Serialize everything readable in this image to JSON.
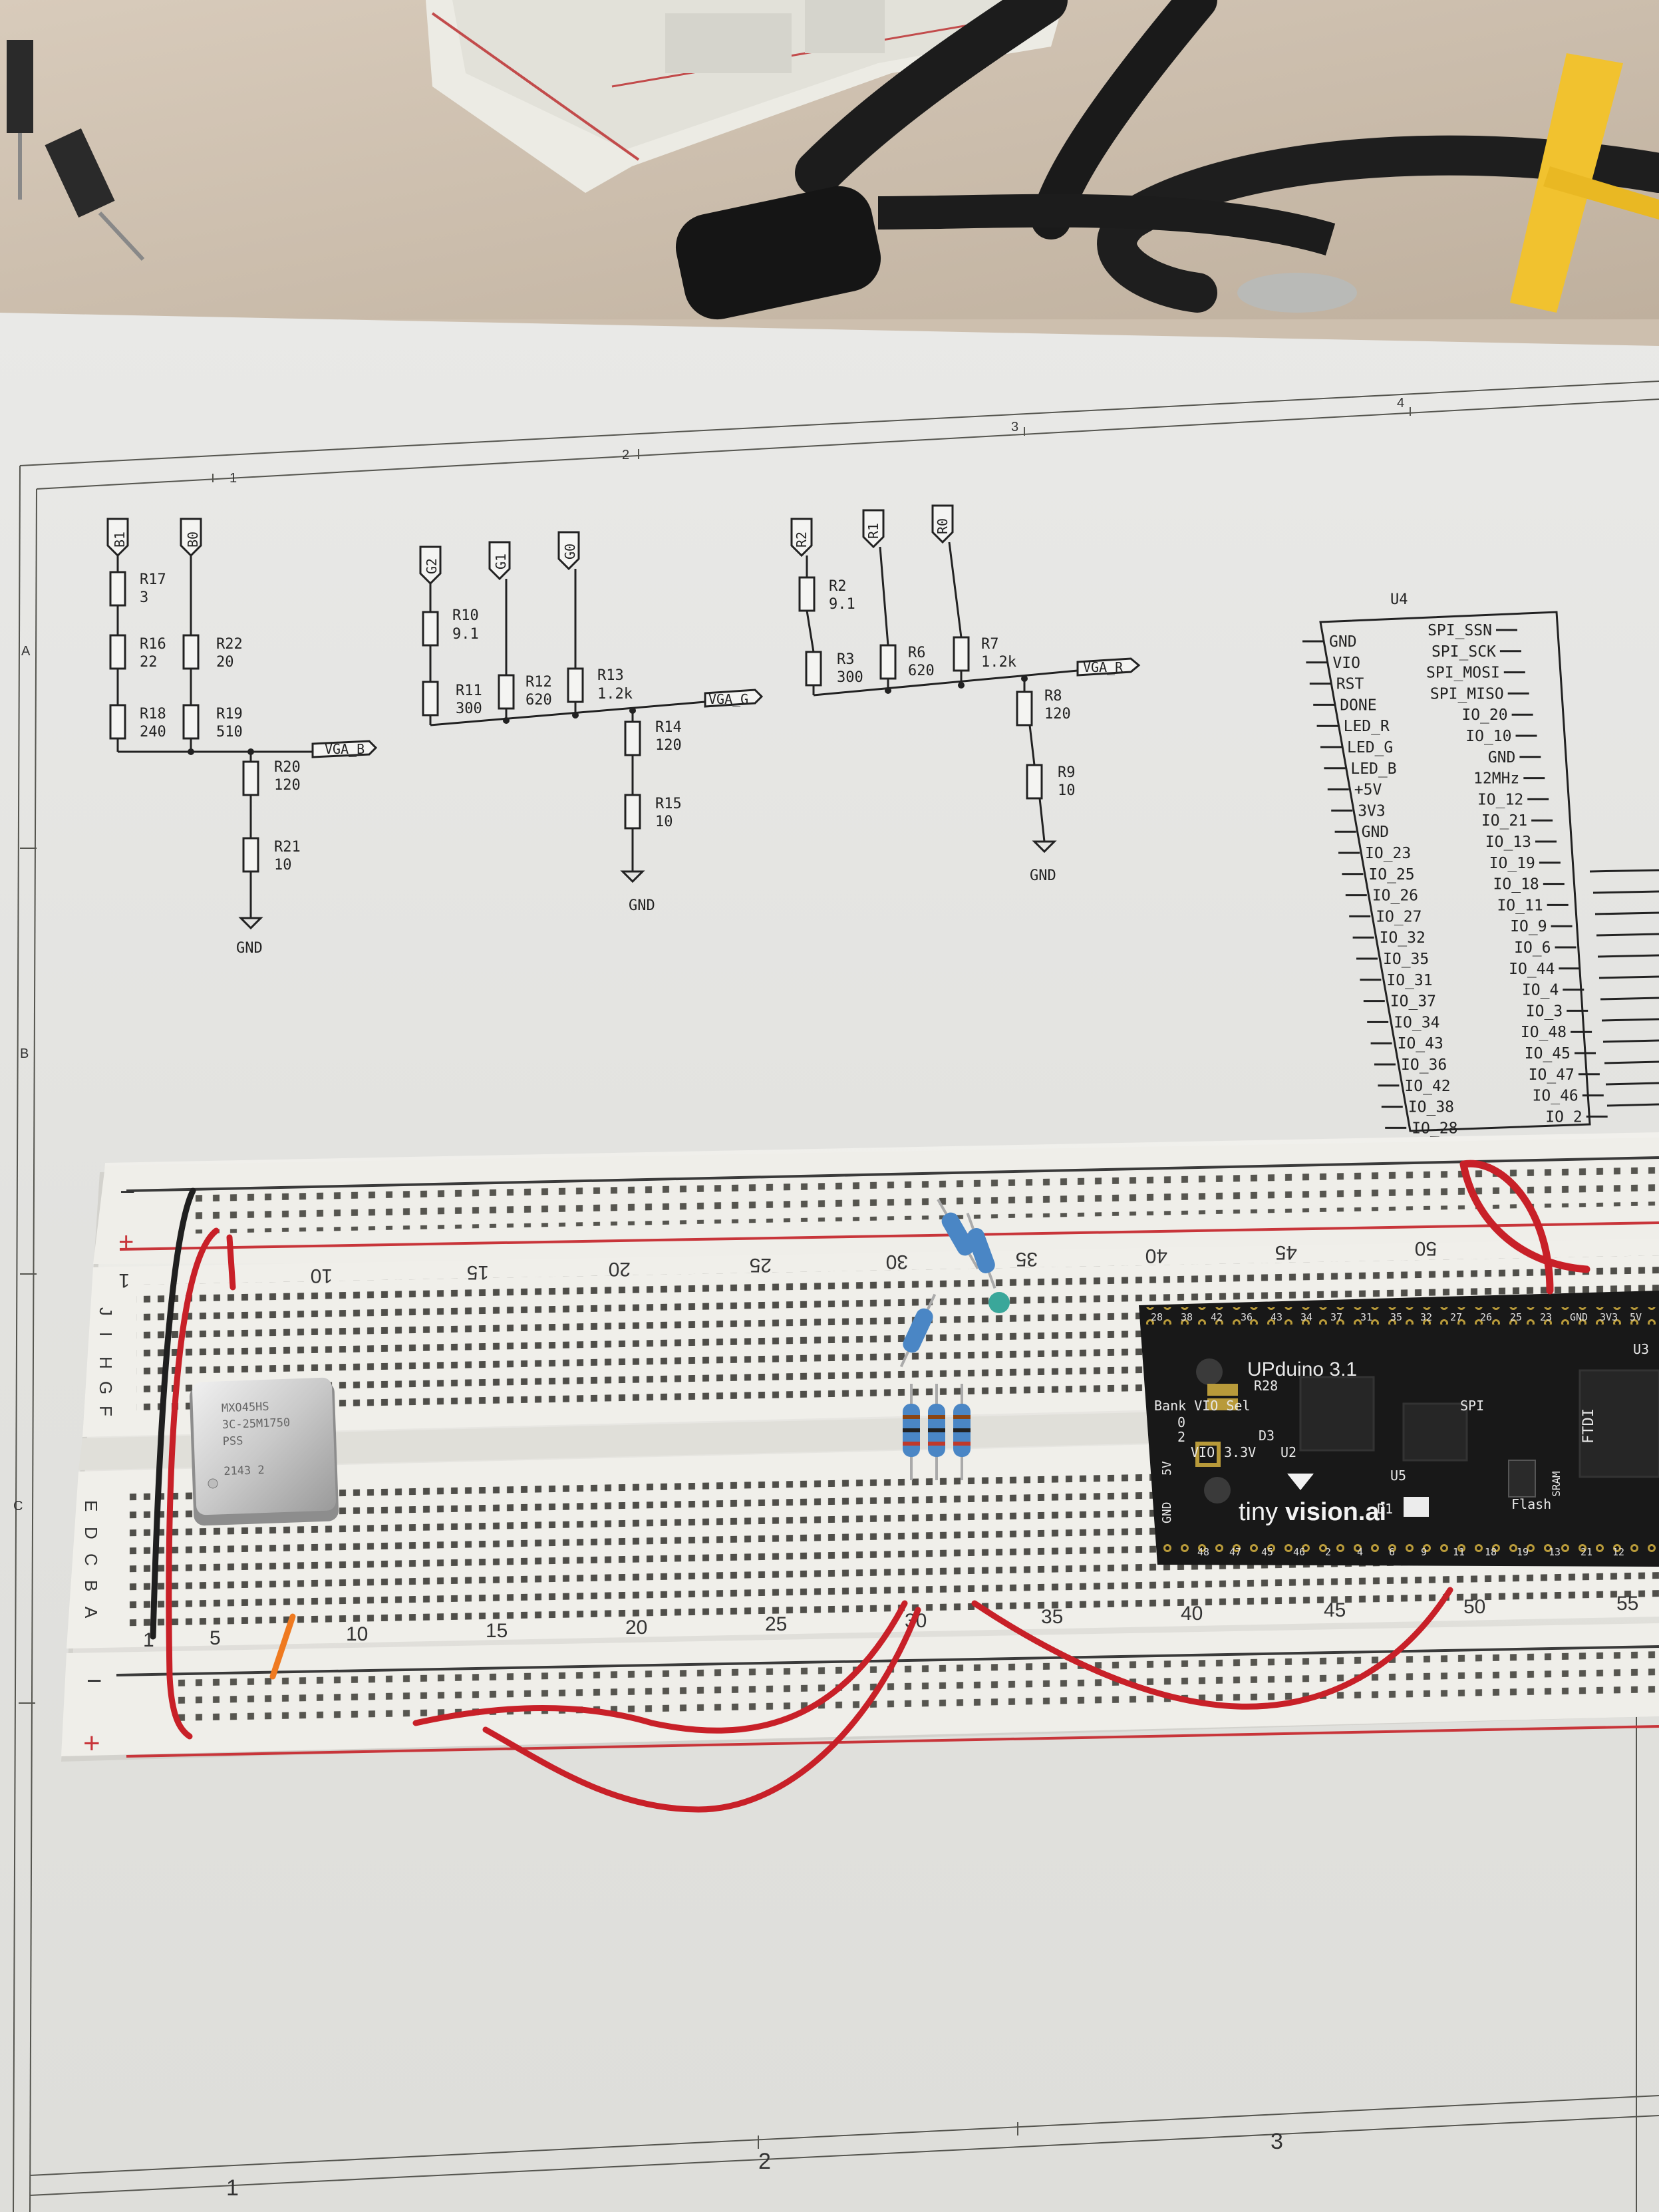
{
  "frame": {
    "top_zones": [
      "1",
      "2",
      "3",
      "4"
    ],
    "left_zones": [
      "A",
      "B",
      "C"
    ],
    "bottom_zones": [
      "1",
      "2",
      "3"
    ]
  },
  "schematic": {
    "blue": {
      "ports": [
        "B1",
        "B0"
      ],
      "resistors": [
        {
          "ref": "R17",
          "value": "3"
        },
        {
          "ref": "R16",
          "value": "22"
        },
        {
          "ref": "R18",
          "value": "240"
        },
        {
          "ref": "R22",
          "value": "20"
        },
        {
          "ref": "R19",
          "value": "510"
        },
        {
          "ref": "R20",
          "value": "120"
        },
        {
          "ref": "R21",
          "value": "10"
        }
      ],
      "net": "VGA_B",
      "gnd": "GND"
    },
    "green": {
      "ports": [
        "G2",
        "G1",
        "G0"
      ],
      "resistors": [
        {
          "ref": "R10",
          "value": "9.1"
        },
        {
          "ref": "R11",
          "value": "300"
        },
        {
          "ref": "R12",
          "value": "620"
        },
        {
          "ref": "R13",
          "value": "1.2k"
        },
        {
          "ref": "R14",
          "value": "120"
        },
        {
          "ref": "R15",
          "value": "10"
        }
      ],
      "net": "VGA_G",
      "gnd": "GND"
    },
    "red": {
      "ports": [
        "R2",
        "R1",
        "R0"
      ],
      "resistors": [
        {
          "ref": "R2",
          "value": "9.1"
        },
        {
          "ref": "R3",
          "value": "300"
        },
        {
          "ref": "R6",
          "value": "620"
        },
        {
          "ref": "R7",
          "value": "1.2k"
        },
        {
          "ref": "R8",
          "value": "120"
        },
        {
          "ref": "R9",
          "value": "10"
        }
      ],
      "net": "VGA_R",
      "gnd": "GND"
    },
    "u4": {
      "ref": "U4",
      "left_pins": [
        "GND",
        "VIO",
        "RST",
        "DONE",
        "LED_R",
        "LED_G",
        "LED_B",
        "+5V",
        "3V3",
        "GND",
        "IO_23",
        "IO_25",
        "IO_26",
        "IO_27",
        "IO_32",
        "IO_35",
        "IO_31",
        "IO_37",
        "IO_34",
        "IO_43",
        "IO_36",
        "IO_42",
        "IO_38",
        "IO_28"
      ],
      "right_pins": [
        "SPI_SSN",
        "SPI_SCK",
        "SPI_MOSI",
        "SPI_MISO",
        "IO_20",
        "IO_10",
        "GND",
        "12MHz",
        "IO_12",
        "IO_21",
        "IO_13",
        "IO_19",
        "IO_18",
        "IO_11",
        "IO_9",
        "IO_6",
        "IO_44",
        "IO_4",
        "IO_3",
        "IO_48",
        "IO_45",
        "IO_47",
        "IO_46",
        "IO_2"
      ]
    }
  },
  "breadboard": {
    "upper_rail": {
      "minus": "−",
      "plus": "+"
    },
    "lower_rail": {
      "minus": "−",
      "plus": "+"
    },
    "top_numbers": [
      "1",
      "10",
      "15",
      "20",
      "25",
      "30",
      "35",
      "40",
      "45",
      "50"
    ],
    "bottom_numbers": [
      "1",
      "5",
      "10",
      "15",
      "20",
      "25",
      "30",
      "35",
      "40",
      "45",
      "50",
      "55"
    ],
    "row_letters_top": [
      "J",
      "I",
      "H",
      "G",
      "F"
    ],
    "row_letters_bottom": [
      "E",
      "D",
      "C",
      "B",
      "A"
    ],
    "oscillator_text": [
      "MXO45HS",
      "3C-25M1750",
      "PSS",
      "2143 2"
    ]
  },
  "upduino": {
    "title": "UPduino 3.1",
    "brand_prefix": "tiny",
    "brand_suffix": "vision.ai",
    "labels": {
      "bank": "Bank VIO Sel",
      "vio": "VIO",
      "v33": "3.3V",
      "d3": "D3",
      "u2": "U2",
      "u5": "U5",
      "d1": "D1",
      "r28": "R28",
      "flash": "Flash",
      "u3": "U3",
      "five_v": "5V",
      "gnd": "GND",
      "spi": "SPI",
      "sram": "SRAM",
      "ftdi": "FTDI",
      "sel0": "0",
      "sel2": "2"
    },
    "top_pins": [
      "28",
      "38",
      "42",
      "36",
      "43",
      "34",
      "37",
      "31",
      "35",
      "32",
      "27",
      "26",
      "25",
      "23",
      "GND",
      "3V3",
      "5V"
    ],
    "bottom_pins": [
      "48",
      "47",
      "45",
      "46",
      "2",
      "4",
      "6",
      "9",
      "11",
      "18",
      "19",
      "13",
      "21",
      "12"
    ]
  }
}
